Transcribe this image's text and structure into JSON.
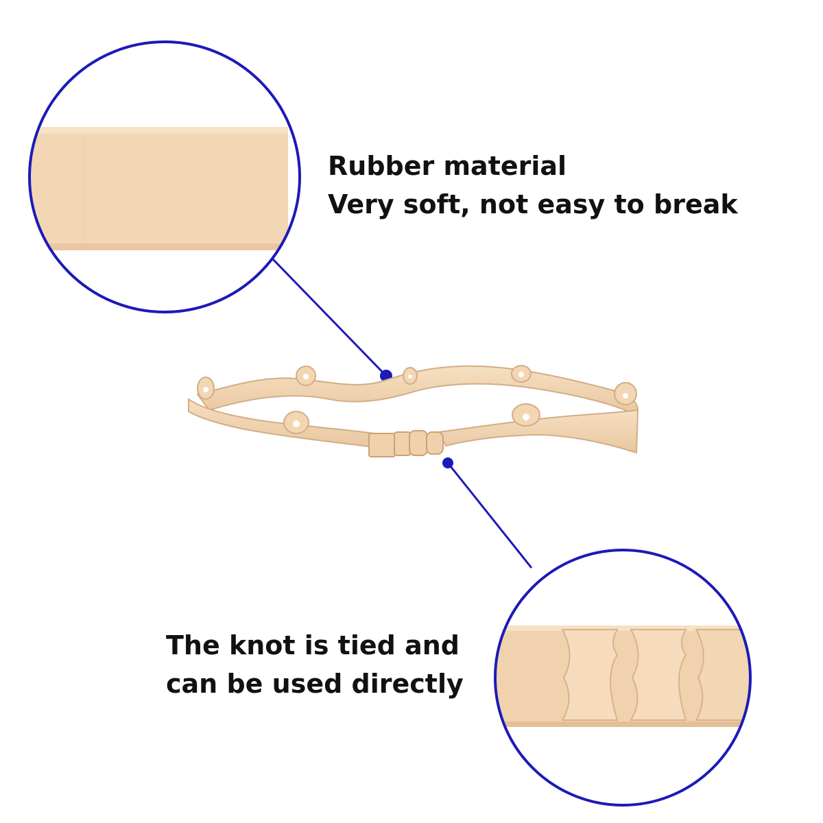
{
  "callouts": {
    "material": {
      "line1": "Rubber material",
      "line2": "Very soft, not easy to break"
    },
    "knot": {
      "line1": "The knot is tied and",
      "line2": "can be used directly"
    }
  },
  "colors": {
    "background": "#ffffff",
    "callout_ring": "#1c1ab8",
    "strap": "#f1d4b0",
    "strap_shadow": "#d9b48e",
    "text": "#111111"
  }
}
